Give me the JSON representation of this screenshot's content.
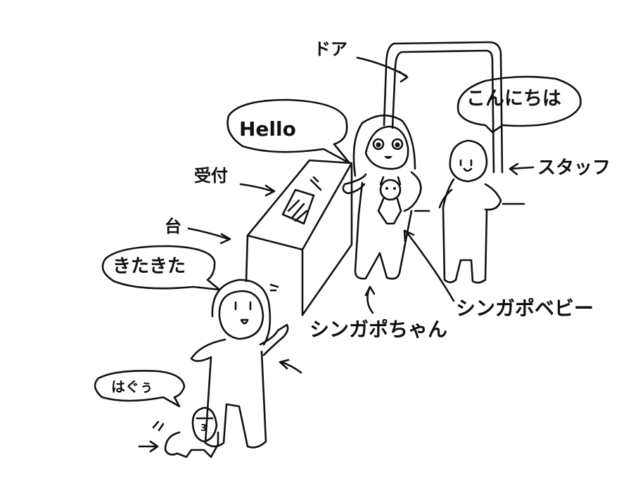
{
  "labels": {
    "door": "ドア",
    "reception": "受付",
    "stand": "台",
    "staff": "スタッフ",
    "singapo_chan": "シンガポちゃん",
    "singapo_baby": "シンガポベビー"
  },
  "speech": {
    "hello": "Hello",
    "konnichiwa": "こんにちは",
    "kitakita": "きたきた",
    "hagu": "はぐぅ"
  },
  "misc": {
    "badge_number": "3"
  }
}
